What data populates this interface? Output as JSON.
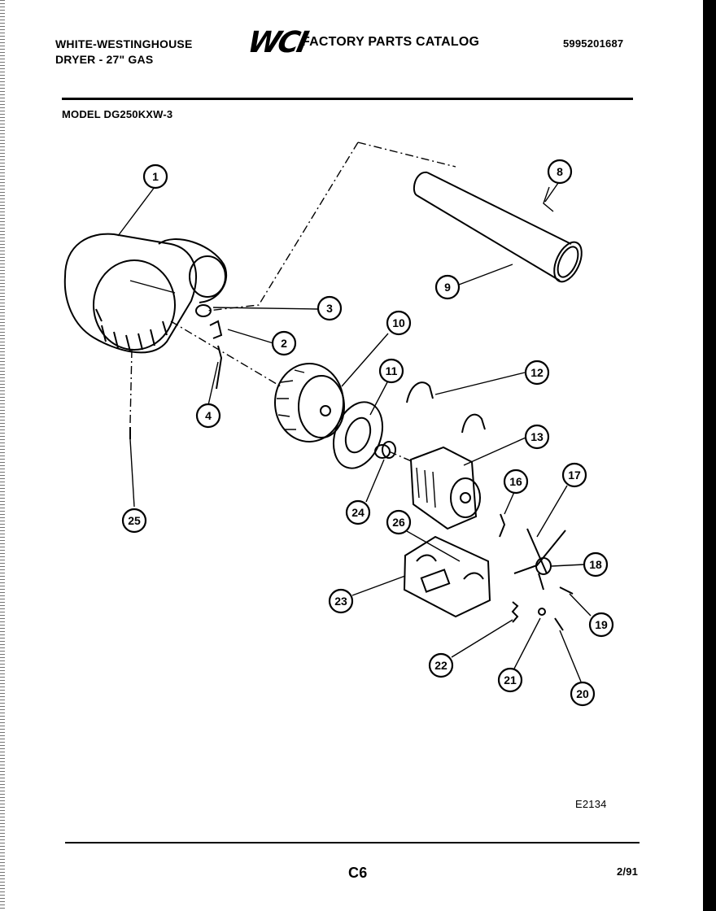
{
  "header": {
    "brand_line1": "WHITE-WESTINGHOUSE",
    "brand_line2": "DRYER - 27\" GAS",
    "logo": "WCI",
    "catalog_title": "FACTORY PARTS CATALOG",
    "document_number": "5995201687"
  },
  "model_label": "MODEL DG250KXW-3",
  "callouts": {
    "c1": "1",
    "c2": "2",
    "c3": "3",
    "c4": "4",
    "c8": "8",
    "c9": "9",
    "c10": "10",
    "c11": "11",
    "c12": "12",
    "c13": "13",
    "c16": "16",
    "c17": "17",
    "c18": "18",
    "c19": "19",
    "c20": "20",
    "c21": "21",
    "c22": "22",
    "c23": "23",
    "c24": "24",
    "c25": "25",
    "c26": "26"
  },
  "drawing_code": "E2134",
  "footer": {
    "page": "C6",
    "date": "2/91"
  }
}
